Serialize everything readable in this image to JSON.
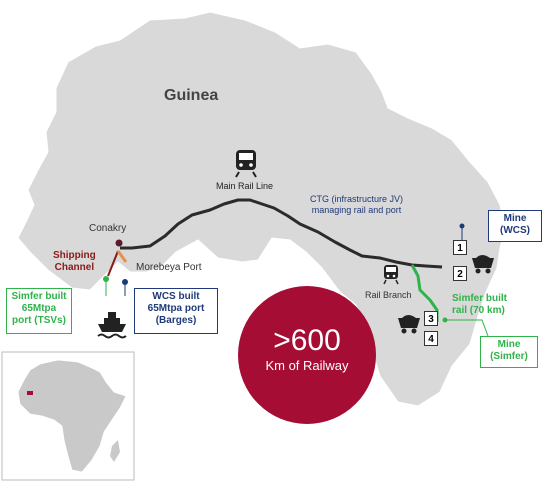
{
  "country_label": "Guinea",
  "main_rail_label": "Main Rail Line",
  "ctg_label": [
    "CTG (infrastructure JV)",
    "managing rail and port"
  ],
  "conakry_label": "Conakry",
  "shipping_label": [
    "Shipping",
    "Channel"
  ],
  "morebeya_label": "Morebeya Port",
  "rail_branch_label": "Rail Branch",
  "simfer_rail_label": [
    "Simfer built",
    "rail  (70 km)"
  ],
  "mine_wcs_box": [
    "Mine",
    "(WCS)"
  ],
  "mine_simfer_box": [
    "Mine",
    "(Simfer)"
  ],
  "simfer_port_box": [
    "Simfer built",
    "65Mtpa",
    "port (TSVs)"
  ],
  "wcs_port_box": [
    "WCS built",
    "65Mtpa port",
    "(Barges)"
  ],
  "numbers": [
    "1",
    "2",
    "3",
    "4"
  ],
  "railway_stat": {
    "value": ">600",
    "caption": "Km of Railway"
  },
  "colors": {
    "land": "#d9d9d9",
    "rail_main": "#2b2b2b",
    "rail_simfer": "#2fb34a",
    "shipping": "#8b1a1a",
    "navy": "#1f3a7a",
    "accent": "#a50d35"
  },
  "icons": [
    "train-icon",
    "ship-icon",
    "mine-cart-icon"
  ]
}
